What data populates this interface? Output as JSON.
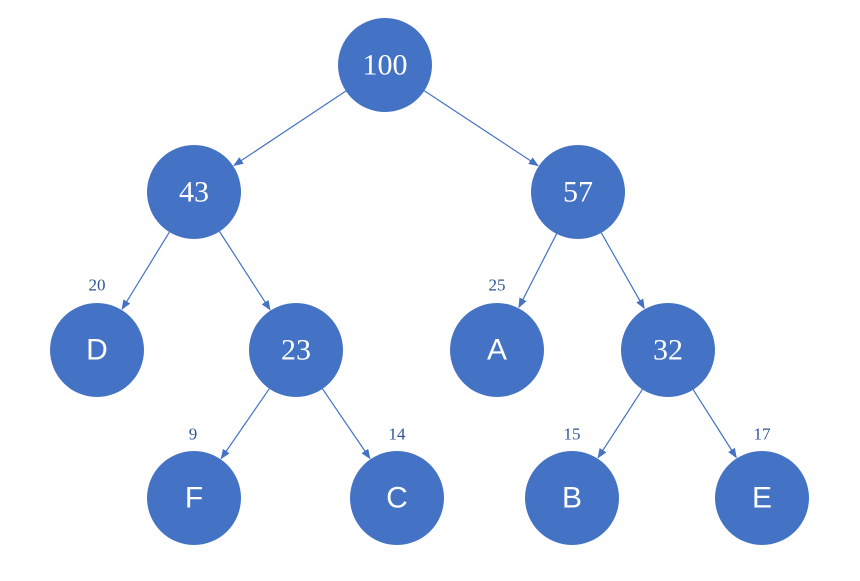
{
  "nodes": [
    {
      "id": "n100",
      "label": "100",
      "style": "serif"
    },
    {
      "id": "n43",
      "label": "43",
      "style": "serif"
    },
    {
      "id": "n57",
      "label": "57",
      "style": "serif"
    },
    {
      "id": "nD",
      "label": "D",
      "style": "sans"
    },
    {
      "id": "n23",
      "label": "23",
      "style": "serif"
    },
    {
      "id": "nA",
      "label": "A",
      "style": "sans"
    },
    {
      "id": "n32",
      "label": "32",
      "style": "serif"
    },
    {
      "id": "nF",
      "label": "F",
      "style": "sans"
    },
    {
      "id": "nC",
      "label": "C",
      "style": "sans"
    },
    {
      "id": "nB",
      "label": "B",
      "style": "sans"
    },
    {
      "id": "nE",
      "label": "E",
      "style": "sans"
    }
  ],
  "edges": [
    {
      "from": "n100",
      "to": "n43"
    },
    {
      "from": "n100",
      "to": "n57"
    },
    {
      "from": "n43",
      "to": "nD"
    },
    {
      "from": "n43",
      "to": "n23"
    },
    {
      "from": "n57",
      "to": "nA"
    },
    {
      "from": "n57",
      "to": "n32"
    },
    {
      "from": "n23",
      "to": "nF"
    },
    {
      "from": "n23",
      "to": "nC"
    },
    {
      "from": "n32",
      "to": "nB"
    },
    {
      "from": "n32",
      "to": "nE"
    }
  ],
  "weights": [
    {
      "node": "nD",
      "label": "20"
    },
    {
      "node": "nA",
      "label": "25"
    },
    {
      "node": "nF",
      "label": "9"
    },
    {
      "node": "nC",
      "label": "14"
    },
    {
      "node": "nB",
      "label": "15"
    },
    {
      "node": "nE",
      "label": "17"
    }
  ],
  "colors": {
    "node_fill": "#4472C4",
    "edge": "#4472C4",
    "weight_text": "#2F5597",
    "node_text": "#FFFFFF"
  }
}
